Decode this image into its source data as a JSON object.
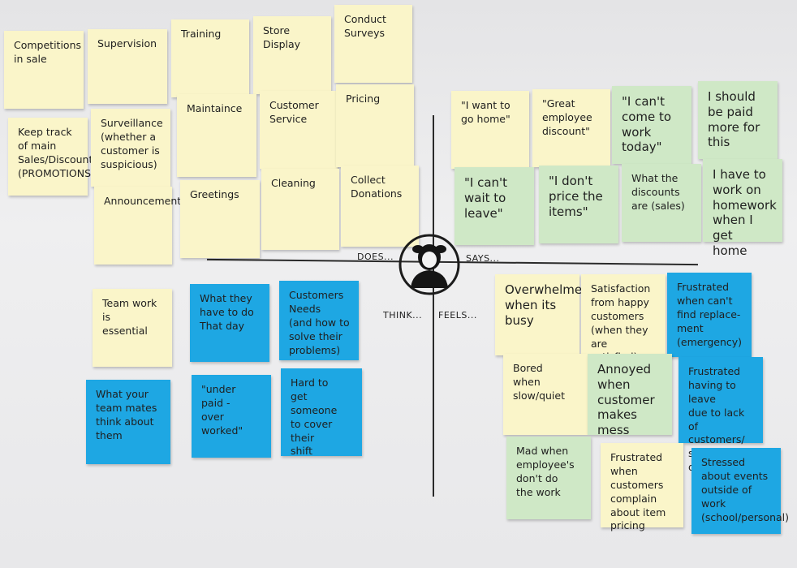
{
  "quadrant_labels": {
    "does": "DOES...",
    "says": "SAYS...",
    "think": "THINK...",
    "feels": "FEELS..."
  },
  "does_notes": [
    "Competitions\nin sale",
    "Supervision",
    "Training",
    "Store\nDisplay",
    "Conduct\nSurveys",
    "Keep track\nof main\nSales/Discounts\n(PROMOTIONS)",
    "Surveillance\n(whether a\ncustomer is\nsuspicious)",
    "Maintaince",
    "Customer\nService",
    "Pricing",
    "Announcement",
    "Greetings",
    "Cleaning",
    "Collect\nDonations"
  ],
  "says_notes": [
    "\"I want to\ngo home\"",
    "\"Great\nemployee\ndiscount\"",
    "\"I can't\ncome to\nwork\ntoday\"",
    "I should\nbe paid\nmore for\nthis",
    "\"I can't\nwait to\nleave\"",
    "\"I don't\nprice the\nitems\"",
    "What the\ndiscounts\nare (sales)",
    "I have to\nwork on\nhomework\nwhen I get\nhome"
  ],
  "think_notes": [
    "Team work\nis\nessential",
    "What they\nhave to do\nThat day",
    "Customers\nNeeds\n(and how to\nsolve their\nproblems)",
    "What your\nteam mates\nthink about\nthem",
    "\"under\npaid -\nover worked\"",
    "Hard to\nget someone\nto cover their\nshift"
  ],
  "feels_notes": [
    "Overwhelmed\nwhen its\nbusy",
    "Satisfaction\nfrom happy\ncustomers\n(when they are\nsatisfied)",
    "Frustrated\nwhen can't\nfind replace-\nment\n(emergency)",
    "Bored\nwhen\nslow/quiet",
    "Annoyed\nwhen customer\nmakes mess",
    "Frustrated\nhaving to leave\ndue to lack\nof customers/\nservice demand",
    "Mad when\nemployee's\ndon't do\nthe work",
    "Frustrated\nwhen customers\ncomplain\nabout item\npricing",
    "Stressed\nabout events\noutside of\nwork\n(school/personal)"
  ],
  "colors": {
    "yellow_note": "#faf5c9",
    "green_note": "#cfe8c6",
    "blue_note": "#1ea7e3",
    "ink": "#1f1f1f"
  },
  "icons": {
    "center": "person-head-icon"
  }
}
